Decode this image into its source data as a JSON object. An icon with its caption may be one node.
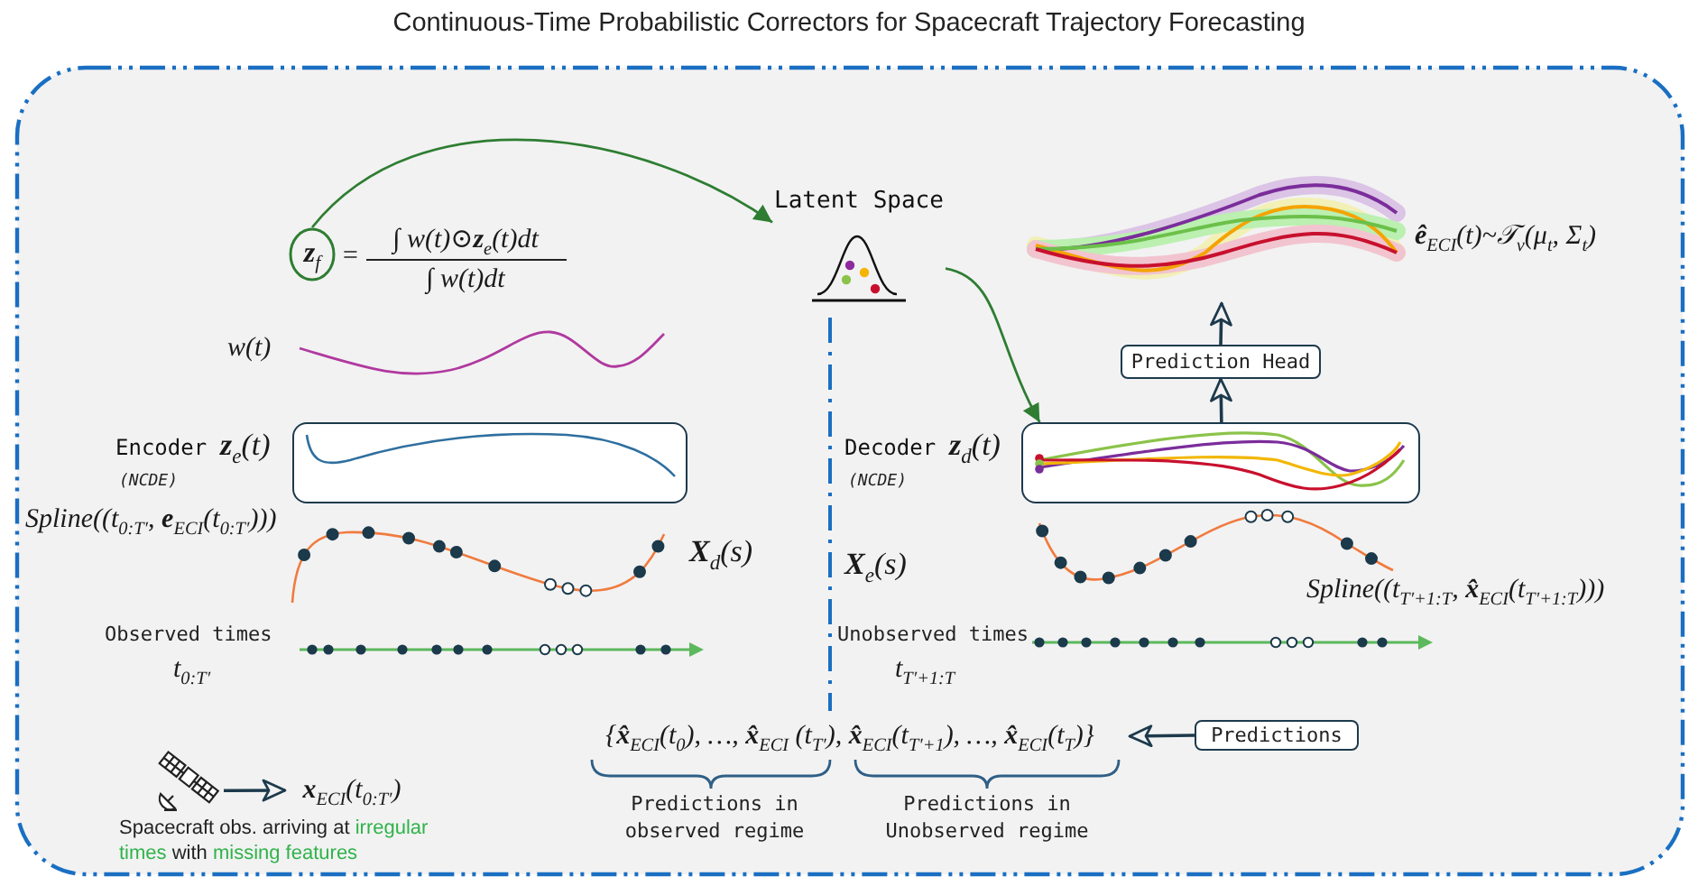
{
  "diagram": {
    "title": "Continuous-Time Probabilistic Correctors for Spacecraft Trajectory Forecasting",
    "nodes": [
      {
        "text": [],
        "shape": "box"
      },
      {
        "text": [
          "**z**$_{f}$"
        ],
        "in": 0
      },
      {
        "text": [
          "Latent Space"
        ],
        "in": 0
      },
      {
        "text": [],
        "shape": "picture",
        "beside": [
          "**ê**$_{ECI}$(t)~𝒯$_{ν}$(μ$_{t}$, Σ$_{t}$)"
        ],
        "in": 0
      },
      {
        "text": [
          "Prediction Head"
        ],
        "in": 0
      },
      {
        "text": [
          "Encoder",
          "**z**$_{e}$(t)",
          "(NCDE)"
        ],
        "in": 0
      },
      {
        "text": [
          "Decoder",
          "**z**$_{d}$(t)",
          "(NCDE)"
        ],
        "in": 0
      },
      {
        "text": [
          "{**x̂**$_{ECI}$(t$_{0}$), …, **x̂**$_{ECI}$ (t$_{T′}$), **x̂**$_{ECI}$(t$_{T′+1}$), …, **x̂**$_{ECI}$(t$_{T}$)}"
        ],
        "in": 0
      },
      {
        "text": [
          "Predictions"
        ],
        "in": 0
      },
      {
        "text": [],
        "shape": "picture",
        "in": 0
      },
      {
        "text": [
          "**x**$_{ECI}$(t$_{0:T′}$)"
        ],
        "in": 0
      }
    ],
    "edges": [
      {
        "from": 1,
        "to": 2,
        "arrow": "to",
        "color": "#2e7d32"
      },
      {
        "from": 2,
        "to": 6,
        "arrow": "to",
        "color": "#2e7d32"
      },
      {
        "from": 6,
        "to": 4,
        "arrow": "to"
      },
      {
        "from": 4,
        "to": 3,
        "arrow": "to"
      },
      {
        "from": 8,
        "to": 7,
        "arrow": "to"
      },
      {
        "from": 9,
        "to": 10,
        "arrow": "to"
      }
    ],
    "labels": [
      "=",
      "∫ w(t)⊙**z**$_{e}$(t)dt",
      "∫ w(t)dt",
      "w(t)",
      "Spline((t$_{0:T′}$, **e**$_{ECI}$(t$_{0:T′}$)))",
      "**X**$_{d}$(s)",
      "**X**$_{e}$(s)",
      "Spline((t$_{T′+1:T}$, **x̂**$_{ECI}$(t$_{T′+1:T}$)))",
      "Observed times",
      "t$_{0:T′}$",
      "Unobserved times",
      "t$_{T′+1:T}$",
      "Predictions in observed regime",
      "Predictions in Unobserved regime",
      "Spacecraft obs. arriving at **irregular times** with **missing features**"
    ]
  }
}
